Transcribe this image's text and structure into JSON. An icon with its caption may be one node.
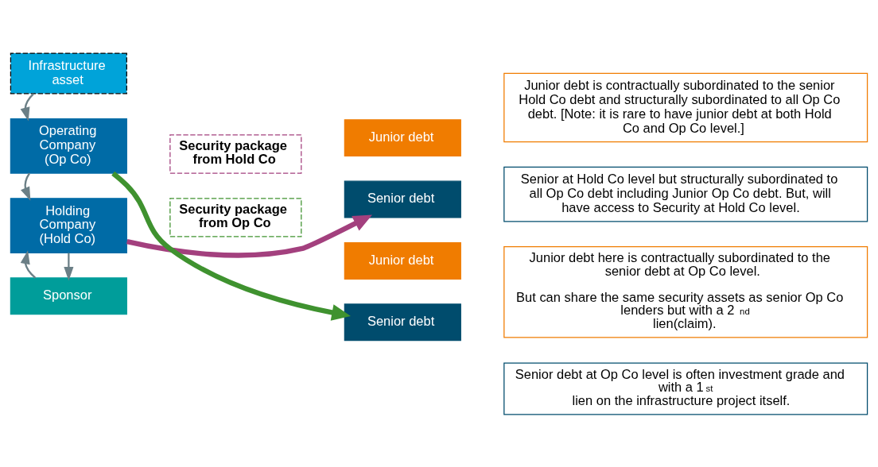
{
  "diagram": {
    "nodes": [
      {
        "text": [
          "Sponsor"
        ]
      },
      {
        "text": [
          "Holding Company (Hold Co)"
        ]
      },
      {
        "text": [
          "Operating Company (Op Co)"
        ]
      },
      {
        "text": [
          "Infrastructure asset"
        ]
      },
      {
        "text": [
          "Security package from Hold Co"
        ]
      },
      {
        "text": [
          "Security package from Op Co"
        ]
      },
      {
        "text": [
          "Junior debt"
        ]
      },
      {
        "text": [
          "Senior debt"
        ]
      },
      {
        "text": [
          "Junior debt is contractually subordinated to the senior Hold Co debt and structurally subordinated to all Op Co debt. [Note: it is rare to have junior debt at both Hold Co and Op Co level.]"
        ]
      },
      {
        "text": [
          "Senior at Hold Co level but structurally subordinated to all Op Co debt including Junior Op Co debt. But, will have access to Security at Hold Co level."
        ]
      },
      {
        "text": [
          "Junior debt"
        ]
      },
      {
        "text": [
          "Senior debt"
        ]
      },
      {
        "text": [
          "Junior debt here is contractually subordinated to the senior debt at Op Co level.",
          "But can share the same security assets as senior Op Co lenders but with a 2$^{nd}$ lien(claim)."
        ]
      },
      {
        "text": [
          "Senior debt at Op Co level is often investment grade and with a 1$^{st}$ lien on the infrastructure project itself."
        ]
      }
    ],
    "edges": [
      {
        "from": 1,
        "to": 0,
        "arrow": "to"
      },
      {
        "from": 0,
        "to": 1,
        "arrow": "to"
      },
      {
        "from": 2,
        "to": 1,
        "arrow": "to"
      },
      {
        "from": 3,
        "to": 2,
        "arrow": "to"
      },
      {
        "from": 1,
        "to": 7,
        "arrow": "to",
        "style": "thick",
        "color": "#a3407e"
      },
      {
        "from": 2,
        "to": 11,
        "arrow": "to",
        "style": "thick",
        "color": "#3f922f"
      }
    ]
  }
}
